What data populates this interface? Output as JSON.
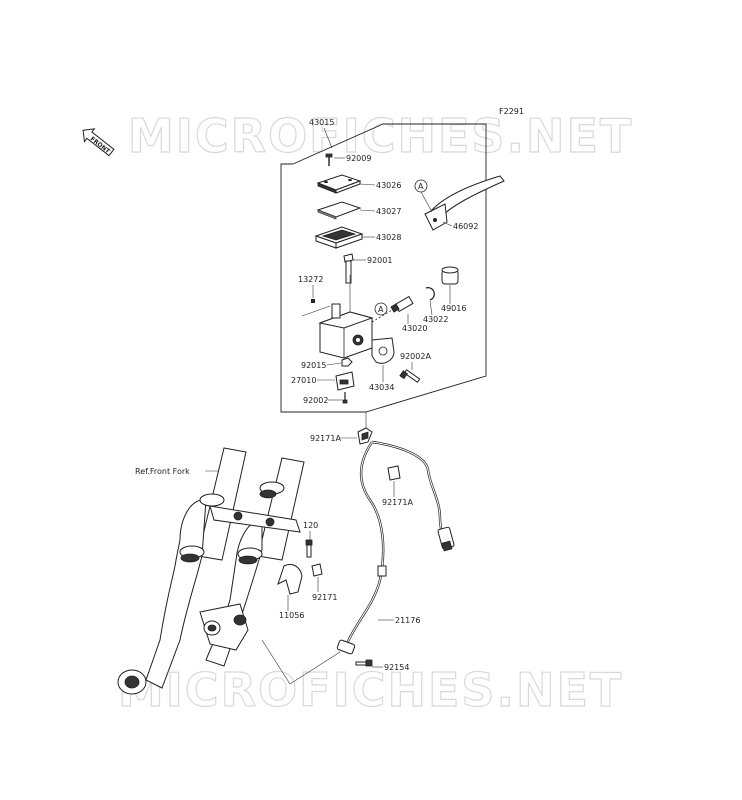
{
  "diagram_code": "F2291",
  "front_badge": "FRONT",
  "watermark": "MICROFICHES.NET",
  "ref_text": "Ref.Front Fork",
  "callout_letter": "A",
  "parts": {
    "p43015": "43015",
    "p92009": "92009",
    "p43026": "43026",
    "p43027": "43027",
    "p43028": "43028",
    "p46092": "46092",
    "p92001": "92001",
    "p13272": "13272",
    "p49016": "49016",
    "p43022": "43022",
    "p43020": "43020",
    "p92002A": "92002A",
    "p92015": "92015",
    "p27010": "27010",
    "p43034": "43034",
    "p92002": "92002",
    "p92171A_top": "92171A",
    "p92171A_side": "92171A",
    "p120": "120",
    "p92171": "92171",
    "p11056": "11056",
    "p21176": "21176",
    "p92154": "92154"
  }
}
